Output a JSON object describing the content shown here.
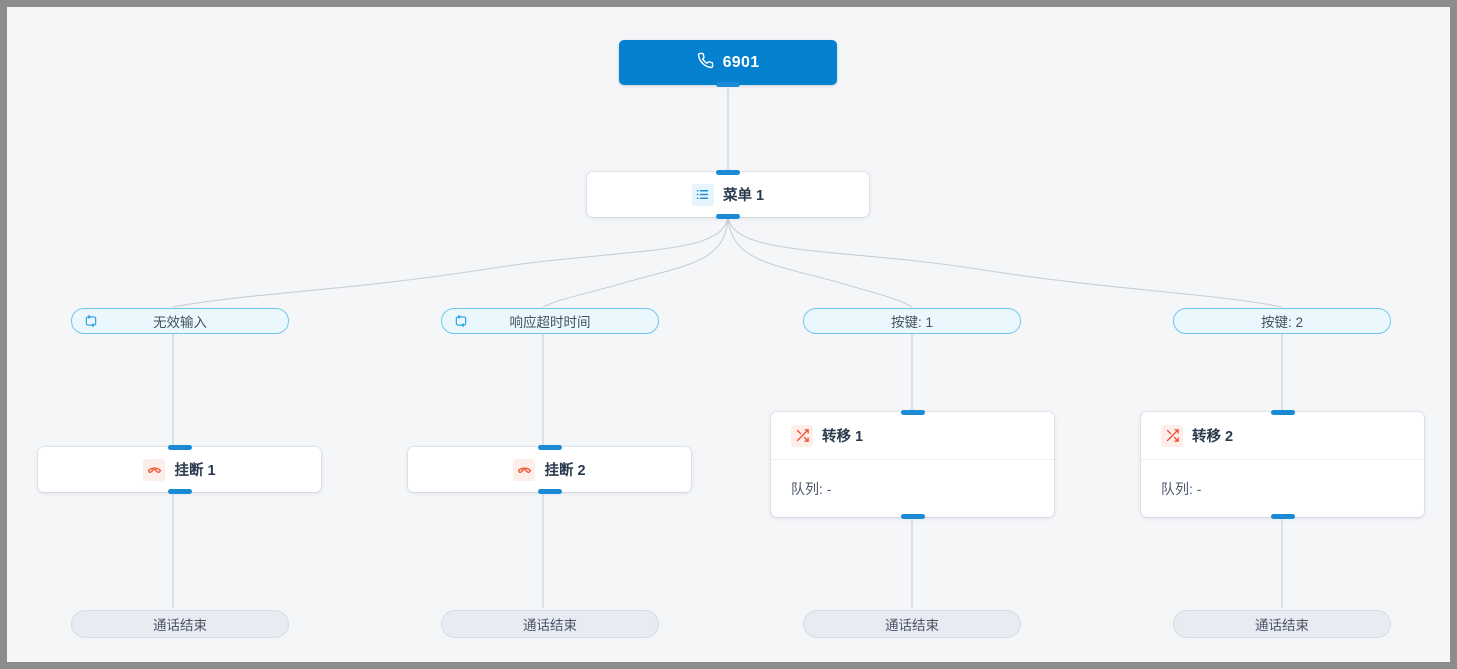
{
  "canvas": {
    "background_color": "#f4f6f8",
    "border_color": "#8c8c8c"
  },
  "colors": {
    "root_node": "#0380ce",
    "handle": "#1a8ad4",
    "branch_pill_bg": "#eaf8fe",
    "branch_pill_border": "#72c7ec",
    "end_pill_bg": "#e9ebf3",
    "end_pill_border": "#d6dae6",
    "icon_blue": "#2196d8",
    "icon_red": "#ef4b2c",
    "edge_line": "#c9ced8",
    "card_bg": "#ffffff",
    "title_text": "#2a3a4d"
  },
  "flow": {
    "root": {
      "label": "6901",
      "icon": "phone-icon"
    },
    "menu": {
      "label": "菜单 1",
      "icon": "list-menu-icon"
    },
    "branches": [
      {
        "pill_label": "无效输入",
        "pill_icon": "retry-loop-icon",
        "node": {
          "type": "hangup",
          "title": "挂断 1",
          "icon": "phone-hangup-icon",
          "body": null
        },
        "end_label": "通话结束"
      },
      {
        "pill_label": "响应超时时间",
        "pill_icon": "retry-loop-icon",
        "node": {
          "type": "hangup",
          "title": "挂断 2",
          "icon": "phone-hangup-icon",
          "body": null
        },
        "end_label": "通话结束"
      },
      {
        "pill_label": "按键: 1",
        "pill_icon": null,
        "node": {
          "type": "transfer",
          "title": "转移 1",
          "icon": "shuffle-transfer-icon",
          "body": "队列: -"
        },
        "end_label": "通话结束"
      },
      {
        "pill_label": "按键: 2",
        "pill_icon": null,
        "node": {
          "type": "transfer",
          "title": "转移 2",
          "icon": "shuffle-transfer-icon",
          "body": "队列: -"
        },
        "end_label": "通话结束"
      }
    ]
  }
}
